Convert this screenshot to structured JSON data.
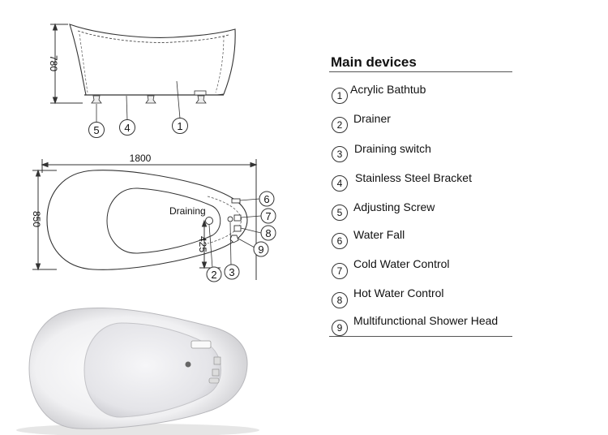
{
  "diagram": {
    "side_view": {
      "height_dim": "780",
      "callouts": [
        "5",
        "4",
        "1"
      ]
    },
    "top_view": {
      "length_dim": "1800",
      "width_dim": "850",
      "drain_offset_dim": "425",
      "draining_label": "Draining",
      "callouts": [
        "6",
        "7",
        "8",
        "9",
        "2",
        "3"
      ]
    }
  },
  "legend": {
    "title": "Main devices",
    "items": [
      {
        "num": "1",
        "label": "Acrylic Bathtub"
      },
      {
        "num": "2",
        "label": "Drainer"
      },
      {
        "num": "3",
        "label": "Draining switch"
      },
      {
        "num": "4",
        "label": "Stainless Steel Bracket"
      },
      {
        "num": "5",
        "label": "Adjusting Screw"
      },
      {
        "num": "6",
        "label": "Water Fall"
      },
      {
        "num": "7",
        "label": "Cold Water Control"
      },
      {
        "num": "8",
        "label": "Hot Water Control"
      },
      {
        "num": "9",
        "label": "Multifunctional Shower Head"
      }
    ]
  }
}
